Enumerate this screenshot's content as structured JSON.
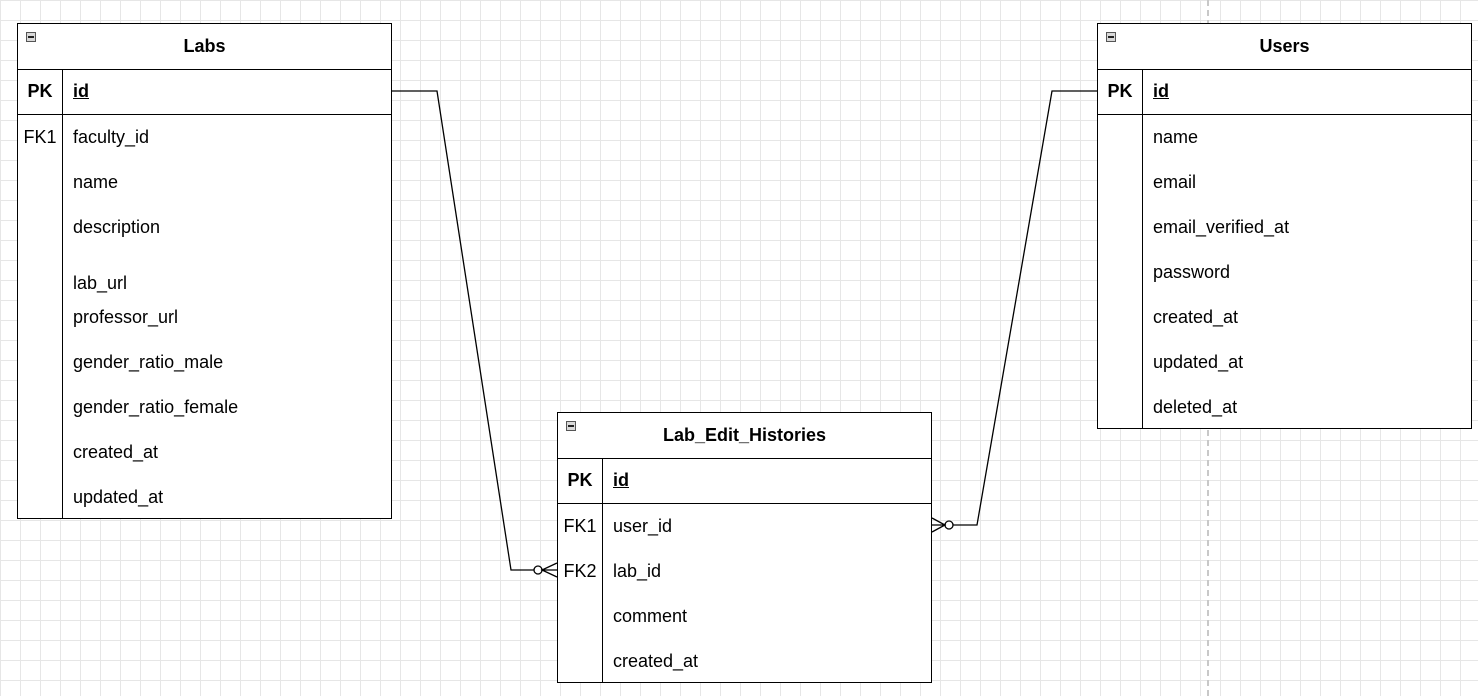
{
  "entities": {
    "labs": {
      "title": "Labs",
      "pk": {
        "key": "PK",
        "field": "id"
      },
      "rows": [
        {
          "key": "FK1",
          "field": "faculty_id"
        },
        {
          "key": "",
          "field": "name"
        },
        {
          "key": "",
          "field": "description"
        },
        {
          "key": "",
          "field": "lab_url"
        },
        {
          "key": "",
          "field": "professor_url"
        },
        {
          "key": "",
          "field": "gender_ratio_male"
        },
        {
          "key": "",
          "field": "gender_ratio_female"
        },
        {
          "key": "",
          "field": "created_at"
        },
        {
          "key": "",
          "field": "updated_at"
        }
      ]
    },
    "users": {
      "title": "Users",
      "pk": {
        "key": "PK",
        "field": "id"
      },
      "rows": [
        {
          "key": "",
          "field": "name"
        },
        {
          "key": "",
          "field": "email"
        },
        {
          "key": "",
          "field": "email_verified_at"
        },
        {
          "key": "",
          "field": "password"
        },
        {
          "key": "",
          "field": "created_at"
        },
        {
          "key": "",
          "field": "updated_at"
        },
        {
          "key": "",
          "field": "deleted_at"
        }
      ]
    },
    "lab_edit_histories": {
      "title": "Lab_Edit_Histories",
      "pk": {
        "key": "PK",
        "field": "id"
      },
      "rows": [
        {
          "key": "FK1",
          "field": "user_id"
        },
        {
          "key": "FK2",
          "field": "lab_id"
        },
        {
          "key": "",
          "field": "comment"
        },
        {
          "key": "",
          "field": "created_at"
        }
      ]
    }
  },
  "relationships": [
    {
      "from": "Labs.id",
      "to": "Lab_Edit_Histories.lab_id",
      "cardinality": "one-to-zero-or-many"
    },
    {
      "from": "Users.id",
      "to": "Lab_Edit_Histories.user_id",
      "cardinality": "one-to-zero-or-many"
    }
  ],
  "colors": {
    "grid": "#e6e6e6",
    "stroke": "#000000",
    "page_break": "#c8c8c8"
  }
}
